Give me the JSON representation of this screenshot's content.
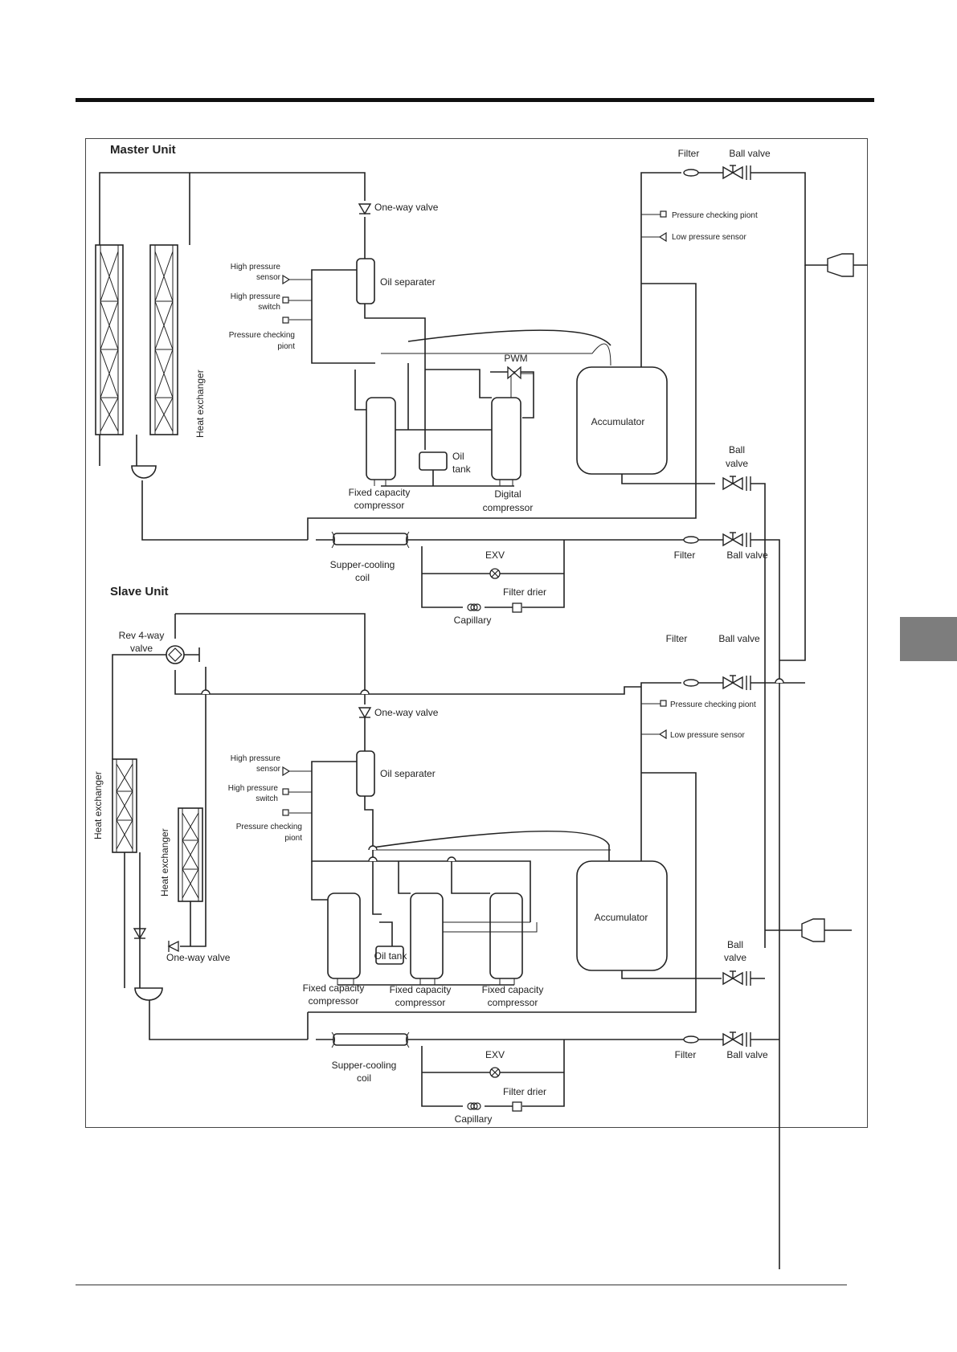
{
  "document": {
    "master_title": "Master Unit",
    "slave_title": "Slave Unit"
  },
  "master": {
    "filter_top": "Filter",
    "ball_valve_top": "Ball valve",
    "one_way_valve": "One-way valve",
    "pressure_checking_right": "Pressure checking piont",
    "low_pressure_sensor": "Low pressure sensor",
    "hp_sensor": [
      "High pressure",
      "sensor"
    ],
    "hp_switch": [
      "High pressure",
      "switch"
    ],
    "pressure_checking_left": [
      "Pressure checking",
      "piont"
    ],
    "oil_separator": "Oil separater",
    "pwm": "PWM",
    "accumulator": "Accumulator",
    "heat_exchanger": "Heat exchanger",
    "oil_tank": [
      "Oil",
      "tank"
    ],
    "fixed_compressor": [
      "Fixed capacity",
      "compressor"
    ],
    "digital_compressor": [
      "Digital",
      "compressor"
    ],
    "ball_valve_mid": [
      "Ball",
      "valve"
    ],
    "supercooling": [
      "Supper-cooling",
      "coil"
    ],
    "exv": "EXV",
    "filter_mid": "Filter",
    "ball_valve_low": "Ball valve",
    "filter_drier": "Filter drier",
    "capillary": "Capillary"
  },
  "slave": {
    "rev_valve": [
      "Rev 4-way",
      "valve"
    ],
    "filter_top": "Filter",
    "ball_valve_top": "Ball valve",
    "one_way_valve": "One-way valve",
    "pressure_checking_right": "Pressure checking piont",
    "low_pressure_sensor": "Low pressure sensor",
    "heat_exchanger_1": "Heat exchanger",
    "heat_exchanger_2": "Heat exchanger",
    "hp_sensor": [
      "High pressure",
      "sensor"
    ],
    "hp_switch": [
      "High pressure",
      "switch"
    ],
    "pressure_checking_left": [
      "Pressure checking",
      "piont"
    ],
    "oil_separator": "Oil separater",
    "accumulator": "Accumulator",
    "one_way_valve_low": "One-way valve",
    "oil_tank": "Oil tank",
    "fixed_compressor_1": [
      "Fixed capacity",
      "compressor"
    ],
    "fixed_compressor_2": [
      "Fixed capacity",
      "compressor"
    ],
    "fixed_compressor_3": [
      "Fixed capacity",
      "compressor"
    ],
    "ball_valve_mid": [
      "Ball",
      "valve"
    ],
    "supercooling": [
      "Supper-cooling",
      "coil"
    ],
    "exv": "EXV",
    "filter_low": "Filter",
    "ball_valve_low": "Ball valve",
    "filter_drier": "Filter drier",
    "capillary": "Capillary"
  }
}
